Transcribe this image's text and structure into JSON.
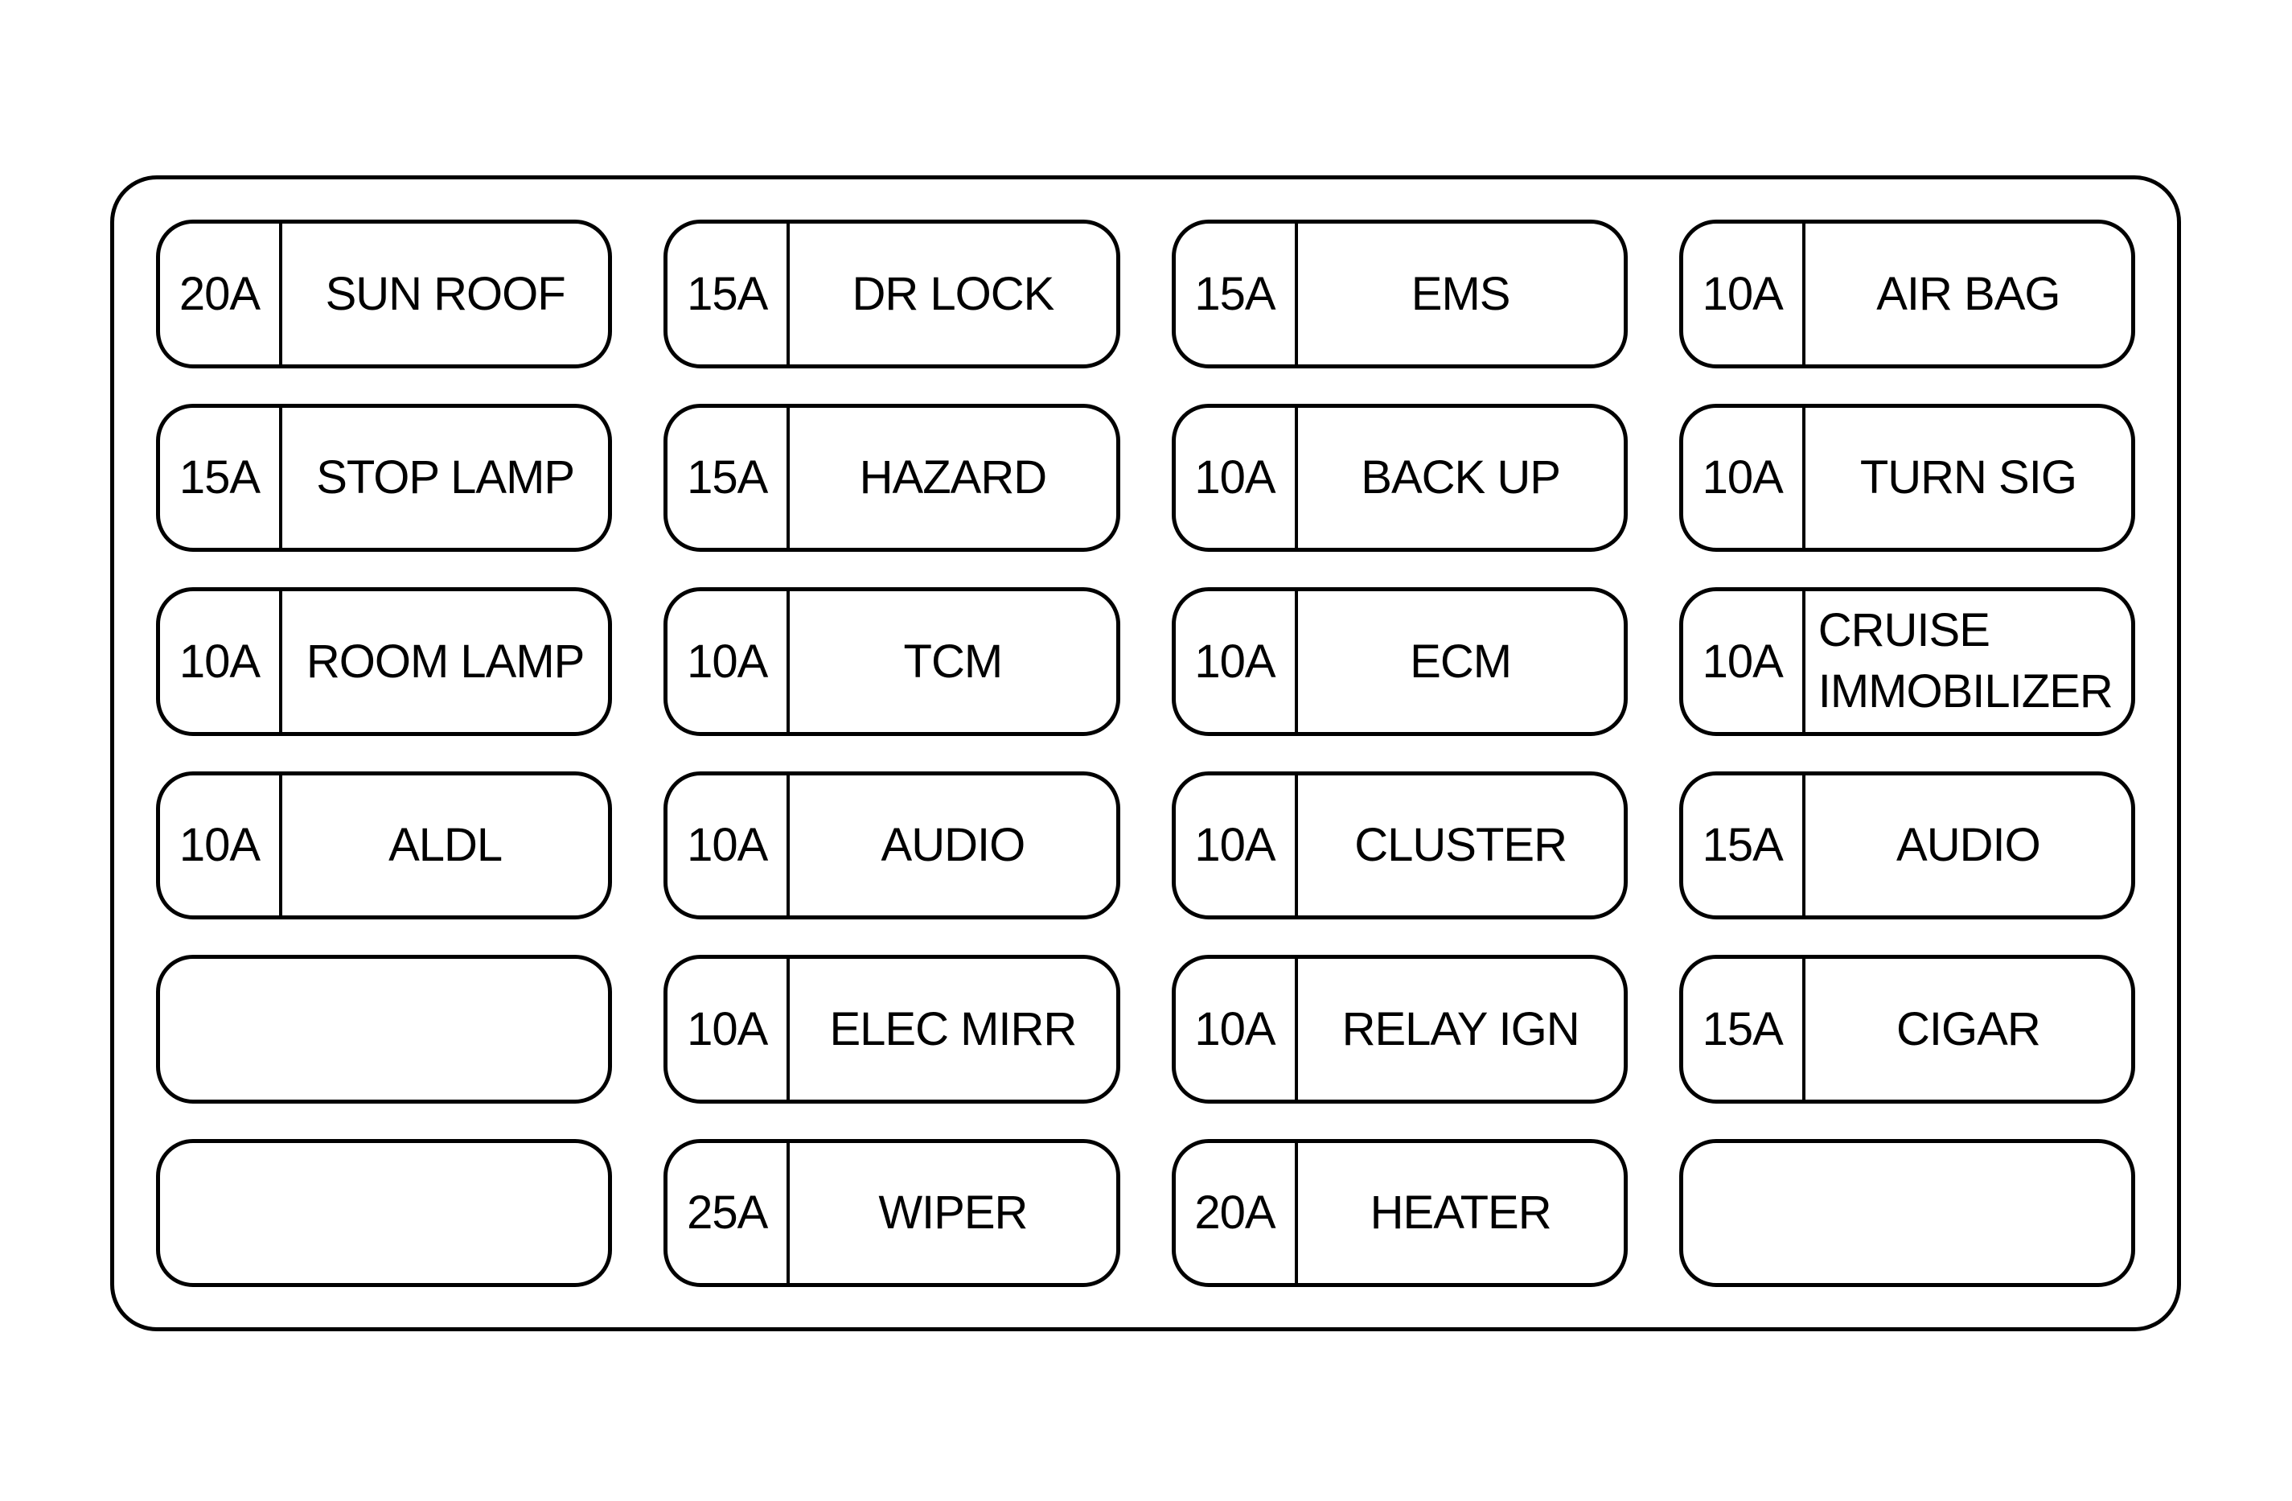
{
  "fuse_box": {
    "colors": {
      "line": "#000000",
      "background": "#ffffff"
    },
    "cells": [
      {
        "amp": "20A",
        "label": "SUN ROOF"
      },
      {
        "amp": "15A",
        "label": "DR LOCK"
      },
      {
        "amp": "15A",
        "label": "EMS"
      },
      {
        "amp": "10A",
        "label": "AIR BAG"
      },
      {
        "amp": "15A",
        "label": "STOP LAMP"
      },
      {
        "amp": "15A",
        "label": "HAZARD"
      },
      {
        "amp": "10A",
        "label": "BACK UP"
      },
      {
        "amp": "10A",
        "label": "TURN SIG"
      },
      {
        "amp": "10A",
        "label": "ROOM LAMP"
      },
      {
        "amp": "10A",
        "label": "TCM"
      },
      {
        "amp": "10A",
        "label": "ECM"
      },
      {
        "amp": "10A",
        "label_lines": [
          "CRUISE",
          "IMMOBILIZER"
        ]
      },
      {
        "amp": "10A",
        "label": "ALDL"
      },
      {
        "amp": "10A",
        "label": "AUDIO"
      },
      {
        "amp": "10A",
        "label": "CLUSTER"
      },
      {
        "amp": "15A",
        "label": "AUDIO"
      },
      {
        "empty": true
      },
      {
        "amp": "10A",
        "label": "ELEC MIRR"
      },
      {
        "amp": "10A",
        "label": "RELAY IGN"
      },
      {
        "amp": "15A",
        "label": "CIGAR"
      },
      {
        "empty": true
      },
      {
        "amp": "25A",
        "label": "WIPER"
      },
      {
        "amp": "20A",
        "label": "HEATER"
      },
      {
        "empty": true
      }
    ]
  }
}
